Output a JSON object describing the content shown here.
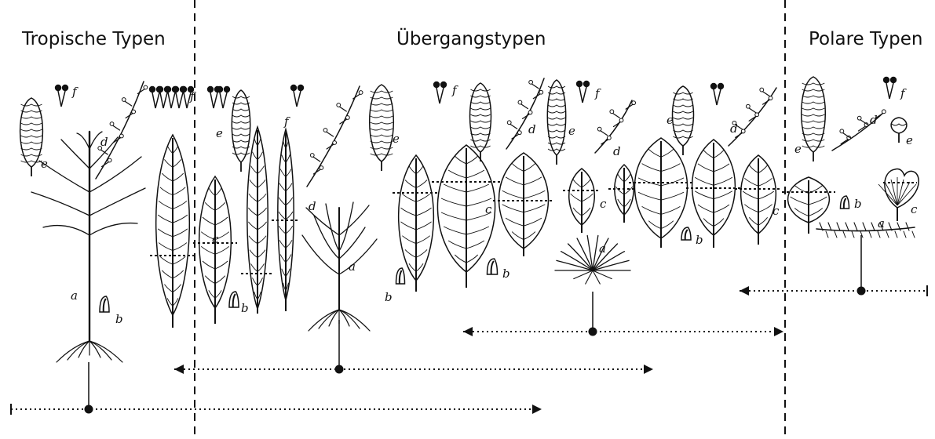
{
  "headings": {
    "tropical": "Tropische Typen",
    "transition": "Übergangstypen",
    "polar": "Polare Typen"
  },
  "part_letters": {
    "a": "a",
    "b": "b",
    "c": "c",
    "d": "d",
    "e": "e",
    "f": "f"
  },
  "colors": {
    "ink": "#111111",
    "background": "#ffffff"
  }
}
